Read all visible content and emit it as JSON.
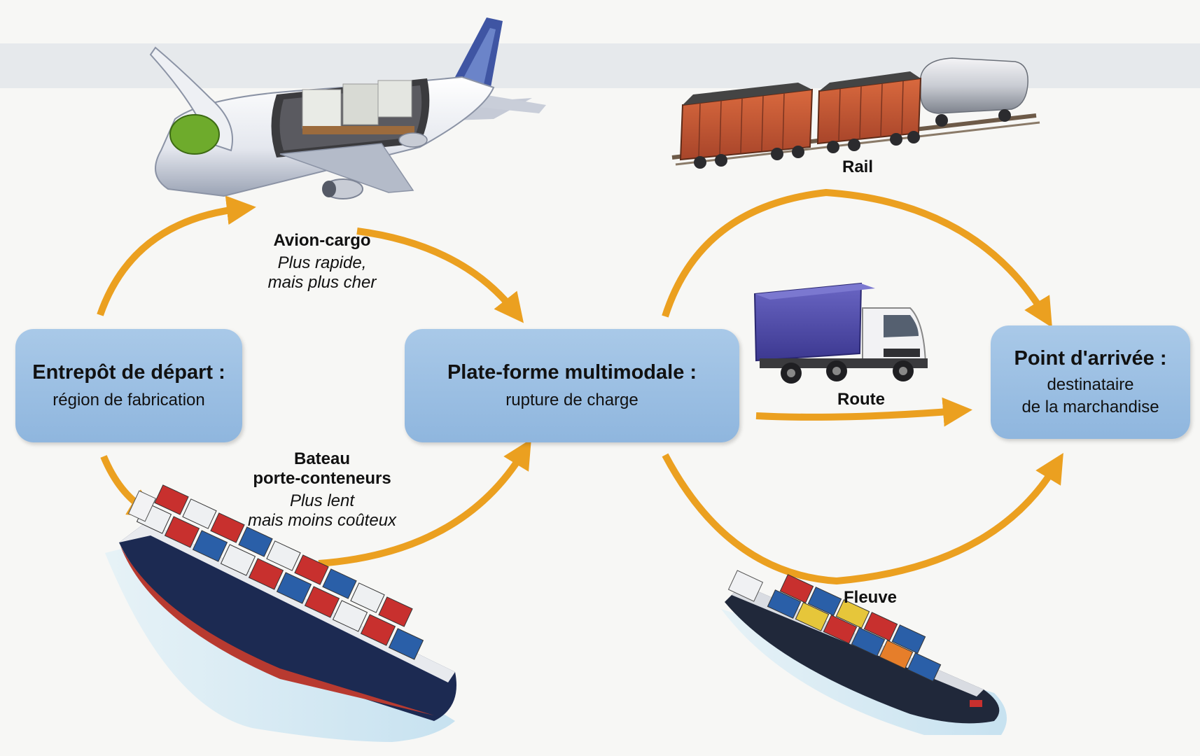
{
  "nodes": {
    "depart": {
      "title": "Entrepôt de départ :",
      "subtitle": "région de fabrication"
    },
    "platform": {
      "title": "Plate-forme multimodale :",
      "subtitle": "rupture de charge"
    },
    "arrival": {
      "title": "Point d'arrivée :",
      "subtitle_line1": "destinataire",
      "subtitle_line2": "de la marchandise"
    }
  },
  "modes": {
    "air": {
      "title": "Avion-cargo",
      "note_line1": "Plus rapide,",
      "note_line2": "mais plus cher"
    },
    "sea": {
      "title_line1": "Bateau",
      "title_line2": "porte-conteneurs",
      "note_line1": "Plus lent",
      "note_line2": "mais moins coûteux"
    },
    "rail": {
      "title": "Rail"
    },
    "road": {
      "title": "Route"
    },
    "river": {
      "title": "Fleuve"
    }
  },
  "colors": {
    "arrow": "#eba020",
    "node_fill": "#9bbfe3",
    "container_red": "#c8302e",
    "container_blue": "#2a5fa8",
    "container_white": "#eef0f2",
    "hull": "#1c2a52"
  },
  "icons": [
    "cargo-plane-icon",
    "freight-train-icon",
    "truck-icon",
    "container-ship-icon",
    "river-barge-icon",
    "arrow-icon"
  ]
}
